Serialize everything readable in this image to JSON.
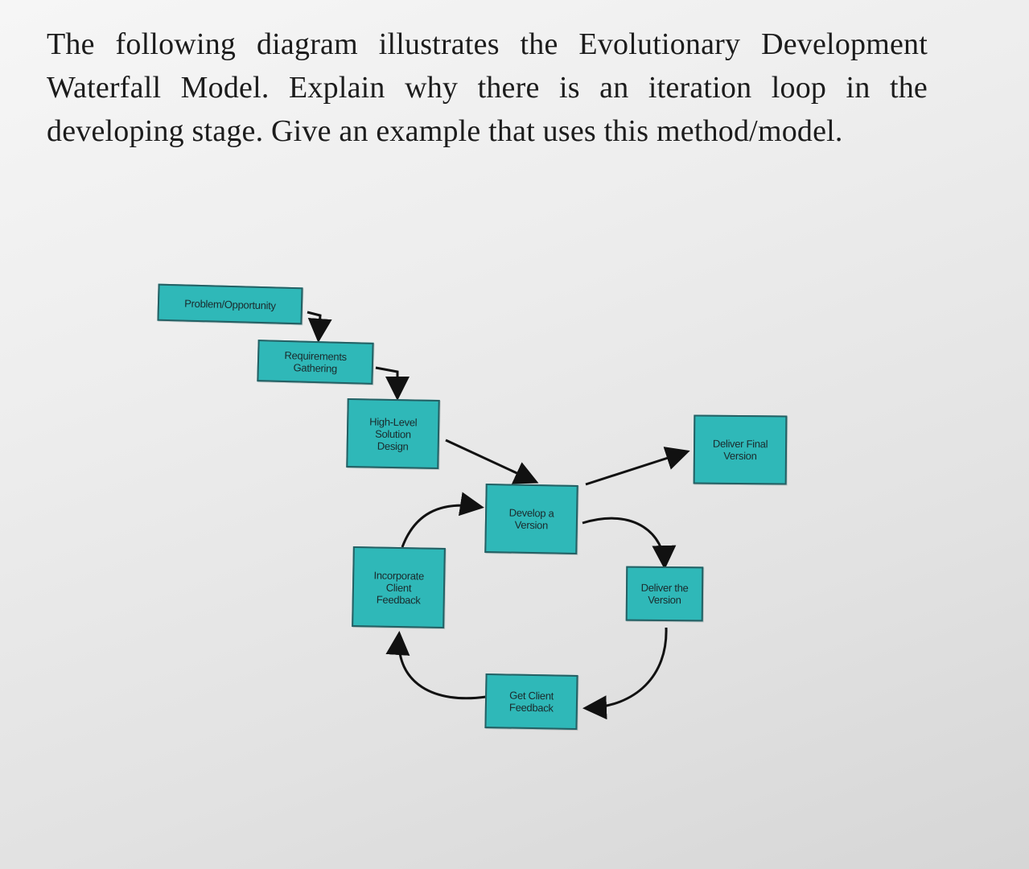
{
  "question": {
    "text": "The following diagram illustrates the Evolutionary Development Waterfall Model. Explain why there is an iteration loop in the developing stage. Give an example that uses this method/model."
  },
  "diagram": {
    "boxes": {
      "problem_opportunity": "Problem/Opportunity",
      "requirements_gathering": "Requirements\nGathering",
      "high_level_solution_design": "High-Level\nSolution\nDesign",
      "develop_a_version": "Develop a\nVersion",
      "deliver_final_version": "Deliver Final\nVersion",
      "deliver_the_version": "Deliver the\nVersion",
      "get_client_feedback": "Get Client\nFeedback",
      "incorporate_client_feedback": "Incorporate\nClient\nFeedback"
    }
  },
  "colors": {
    "box_fill": "#2fb8b8",
    "box_border": "#255f63",
    "arrow": "#111111",
    "text": "#1c1c1c"
  }
}
